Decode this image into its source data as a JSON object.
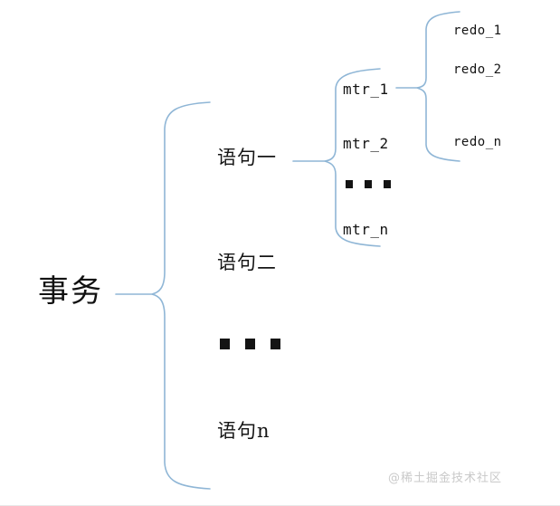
{
  "diagram": {
    "title": "事务",
    "line_color": "#8fb6d6",
    "text_color": "#141414",
    "background": "#ffffff",
    "root": {
      "label": "事务"
    },
    "statements": [
      {
        "label": "语句一"
      },
      {
        "label": "语句二"
      },
      {
        "label": "语句n"
      }
    ],
    "statement_ellipsis": "■ ■ ■",
    "mtrs": [
      {
        "label": "mtr_1"
      },
      {
        "label": "mtr_2"
      },
      {
        "label": "mtr_n"
      }
    ],
    "mtr_ellipsis": "■ ■ ■",
    "redos": [
      {
        "label": "redo_1"
      },
      {
        "label": "redo_2"
      },
      {
        "label": "redo_n"
      }
    ]
  },
  "watermark": {
    "text": "@稀土掘金技术社区"
  }
}
